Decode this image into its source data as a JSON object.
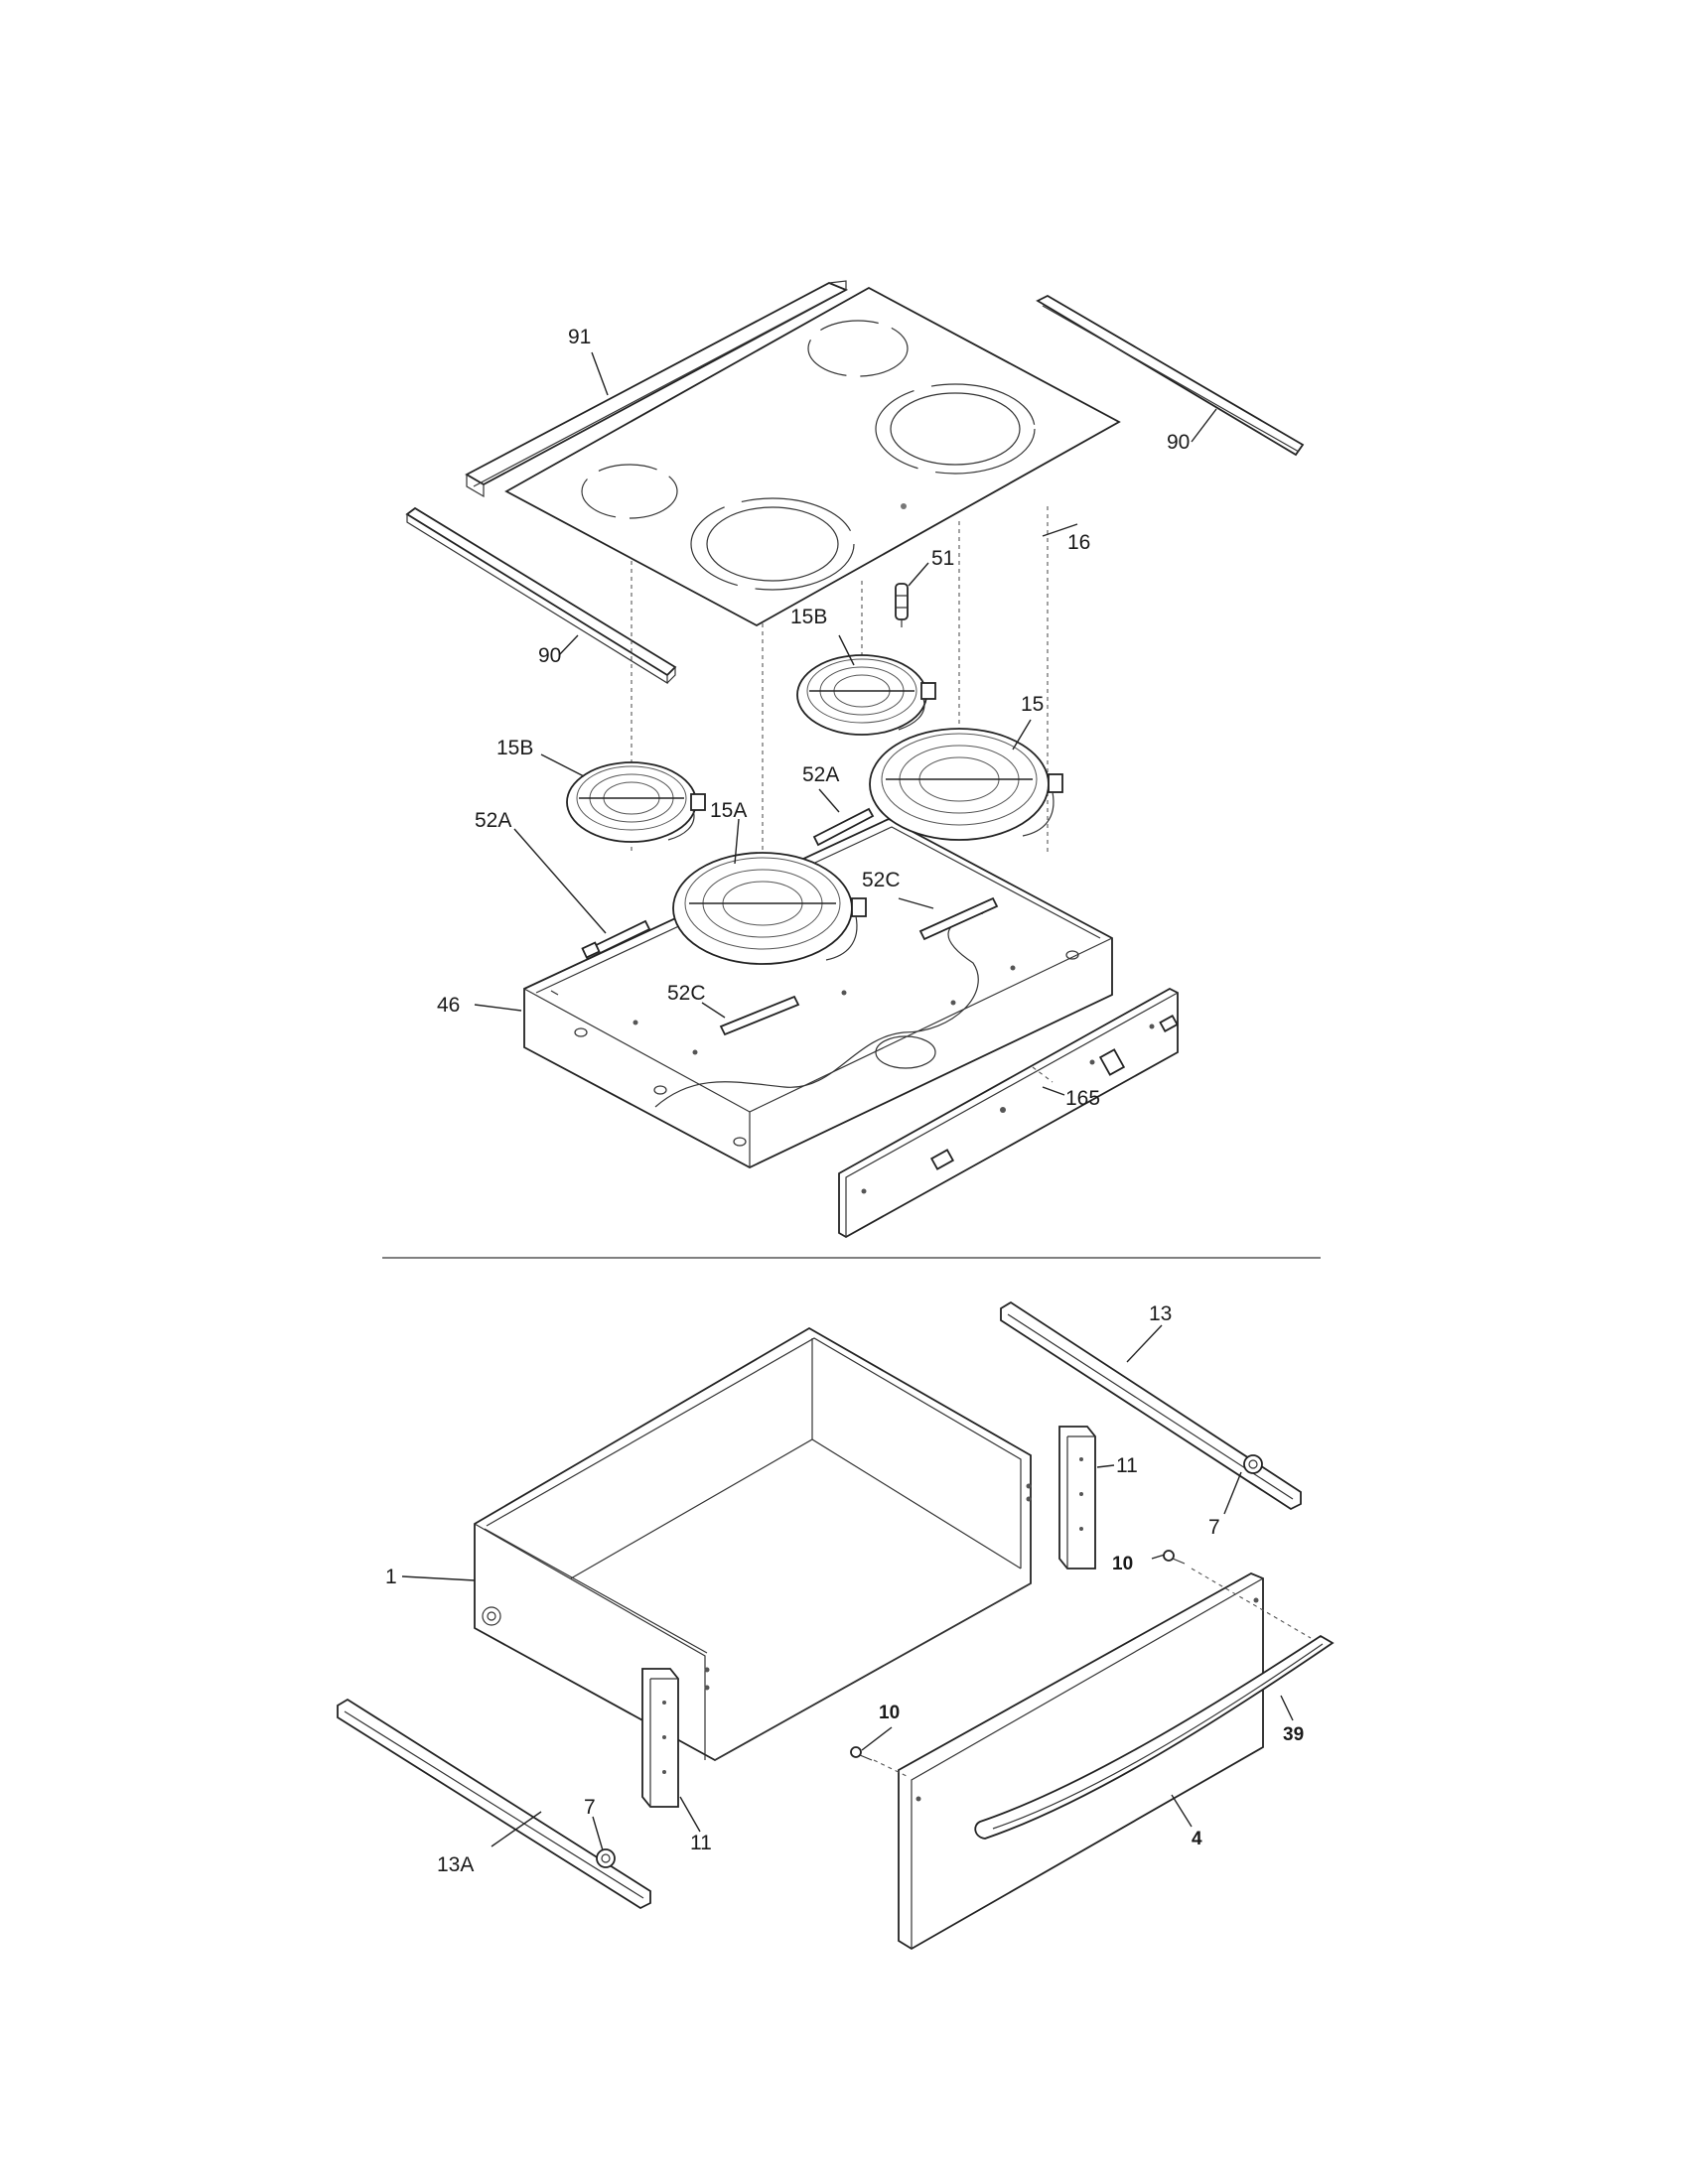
{
  "labels": {
    "p91": "91",
    "p90_right": "90",
    "p16": "16",
    "p51": "51",
    "p90_left": "90",
    "p15b_top": "15B",
    "p15": "15",
    "p15b_left": "15B",
    "p52a_right": "52A",
    "p52a_left": "52A",
    "p15a": "15A",
    "p52c_right": "52C",
    "p52c_left": "52C",
    "p46": "46",
    "p165": "165",
    "p13": "13",
    "p11_right": "11",
    "p7_right": "7",
    "p10_right": "10",
    "p1": "1",
    "p10_left": "10",
    "p39": "39",
    "p7_left": "7",
    "p11_left": "11",
    "p13a": "13A",
    "p4": "4"
  }
}
